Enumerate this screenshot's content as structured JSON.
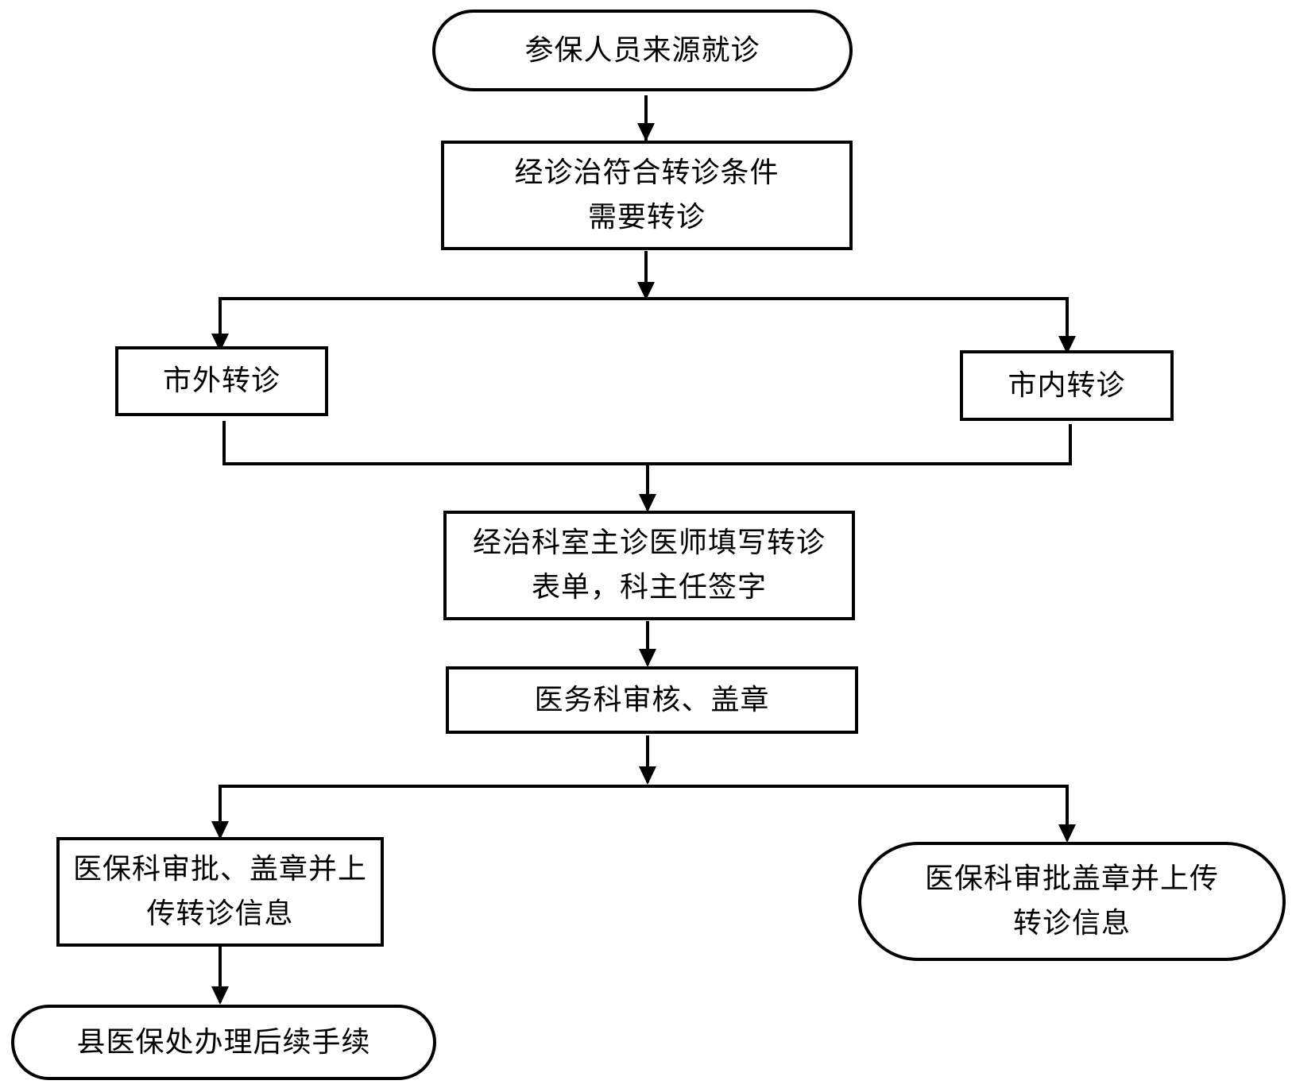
{
  "nodes": {
    "start": {
      "lines": [
        "参保人员来源就诊"
      ]
    },
    "need_referral": {
      "lines": [
        "经诊治符合转诊条件",
        "需要转诊"
      ]
    },
    "outside_city": {
      "lines": [
        "市外转诊"
      ]
    },
    "inside_city": {
      "lines": [
        "市内转诊"
      ]
    },
    "doctor_form": {
      "lines": [
        "经治科室主诊医师填写转诊",
        "表单，科主任签字"
      ]
    },
    "medical_affairs": {
      "lines": [
        "医务科审核、盖章"
      ]
    },
    "insurance_left": {
      "lines": [
        "医保科审批、盖章并上",
        "传转诊信息"
      ]
    },
    "insurance_right": {
      "lines": [
        "医保科审批盖章并上传",
        "转诊信息"
      ]
    },
    "county_office": {
      "lines": [
        "县医保处办理后续手续"
      ]
    }
  }
}
